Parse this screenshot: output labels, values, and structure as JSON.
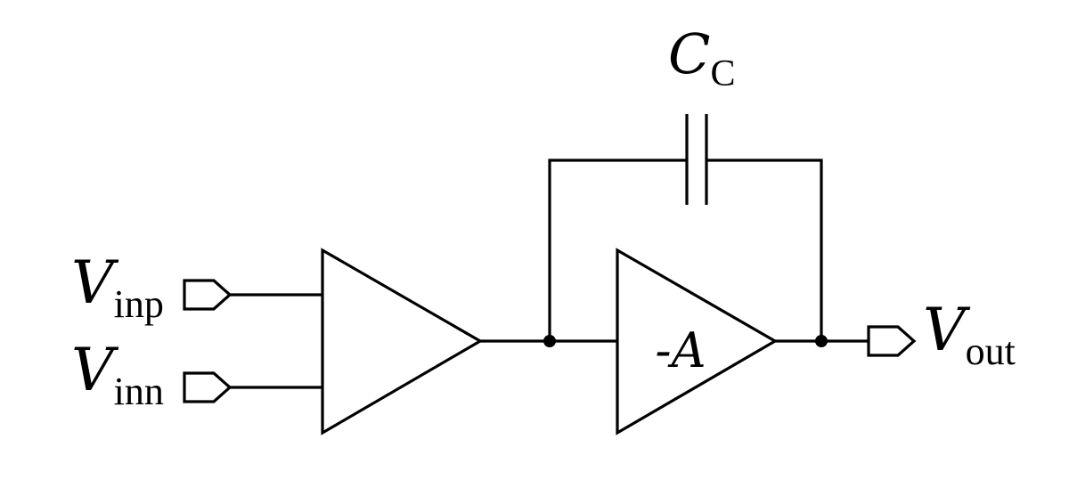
{
  "labels": {
    "cap": {
      "main": "C",
      "sub": "C"
    },
    "vinp": {
      "main": "V",
      "sub": "inp"
    },
    "vinn": {
      "main": "V",
      "sub": "inn"
    },
    "vout": {
      "main": "V",
      "sub": "out"
    },
    "gain": "-A"
  },
  "colors": {
    "stroke": "#000000",
    "background": "#ffffff"
  }
}
